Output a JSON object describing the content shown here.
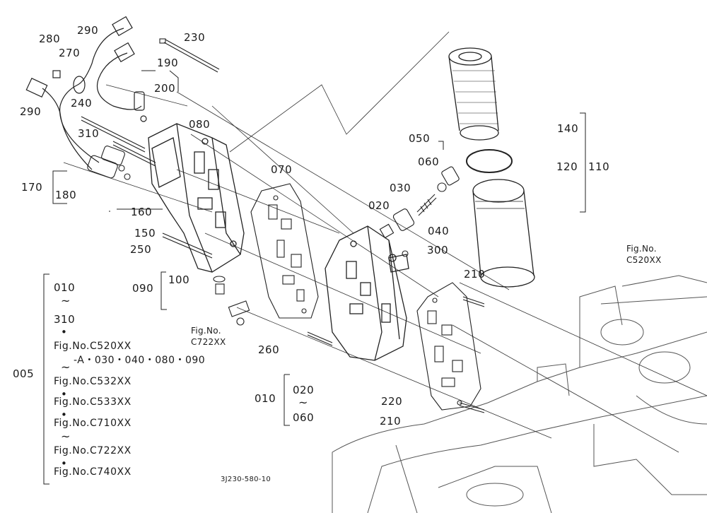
{
  "callouts": {
    "c280": "280",
    "c270": "270",
    "c290_top": "290",
    "c230": "230",
    "c190": "190",
    "c200": "200",
    "c240": "240",
    "c290_left": "290",
    "c080": "080",
    "c310": "310",
    "c170": "170",
    "c180": "180",
    "c160": "160",
    "c150": "150",
    "c250": "250",
    "c070": "070",
    "c050": "050",
    "c060": "060",
    "c030": "030",
    "c020": "020",
    "c040": "040",
    "c300": "300",
    "c140": "140",
    "c120": "120",
    "c110": "110",
    "c090": "090",
    "c100": "100",
    "c210_top": "210",
    "c210_bottom": "210",
    "c260": "260",
    "c220": "220",
    "c010": "010",
    "c020_sub": "020",
    "c060_sub": "060"
  },
  "fig_refs": {
    "right_line1": "Fig.No.",
    "right_line2": "C520XX",
    "mid_line1": "Fig.No.",
    "mid_line2": "C722XX"
  },
  "assembly": {
    "number": "005",
    "range_start": "010",
    "range_tilde": "~",
    "range_end": "310",
    "dot": "•",
    "ref1": "Fig.No.C520XX",
    "ref1_note": "-A・030・040・080・090",
    "ref2": "Fig.No.C532XX",
    "ref3": "Fig.No.C533XX",
    "ref4": "Fig.No.C710XX",
    "ref5": "Fig.No.C722XX",
    "ref6": "Fig.No.C740XX"
  },
  "sub_tilde": "~",
  "drawing_number": "3J230-580-10"
}
